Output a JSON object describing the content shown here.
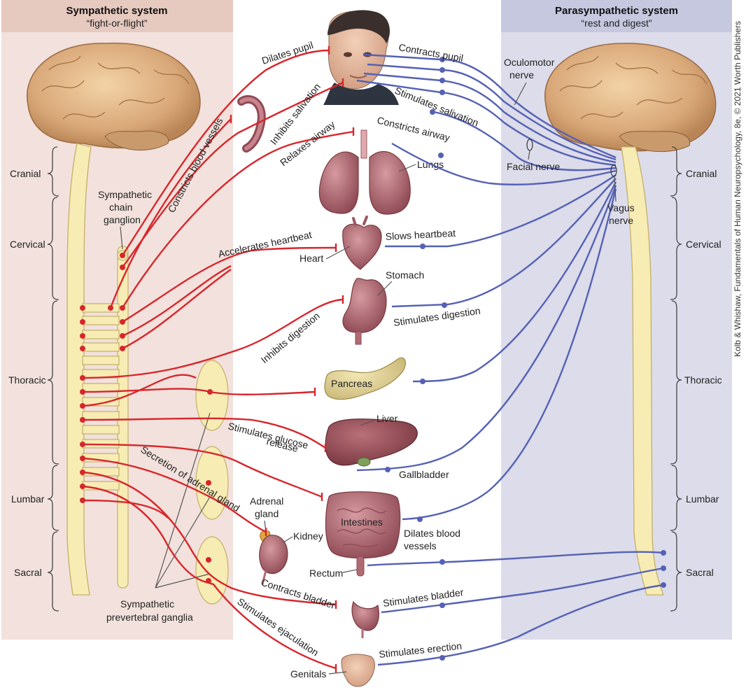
{
  "sympathetic": {
    "title": "Sympathetic system",
    "subtitle": "“fight-or-flight”",
    "chain_label_1": "Sympathetic",
    "chain_label_2": "chain",
    "chain_label_3": "ganglion",
    "prevertebral_1": "Sympathetic",
    "prevertebral_2": "prevertebral ganglia",
    "effects": {
      "dilates_pupil": "Dilates pupil",
      "inhibits_salivation": "Inhibits salivation",
      "constricts_blood_vessels": "Constricts blood vessels",
      "relaxes_airway": "Relaxes airway",
      "accelerates_heartbeat": "Accelerates heartbeat",
      "inhibits_digestion": "Inhibits digestion",
      "stimulates_glucose_1": "Stimulates glucose",
      "stimulates_glucose_2": "release",
      "secretion_adrenal": "Secretion of adrenal gland",
      "contracts_bladder": "Contracts bladder",
      "stimulates_ejaculation": "Stimulates ejaculation"
    }
  },
  "parasympathetic": {
    "title": "Parasympathetic system",
    "subtitle": "“rest and digest”",
    "oculomotor_1": "Oculomotor",
    "oculomotor_2": "nerve",
    "facial": "Facial nerve",
    "vagus_1": "Vagus",
    "vagus_2": "nerve",
    "effects": {
      "contracts_pupil": "Contracts pupil",
      "stimulates_salivation": "Stimulates salivation",
      "constricts_airway": "Constricts airway",
      "slows_heartbeat": "Slows heartbeat",
      "stimulates_digestion": "Stimulates digestion",
      "dilates_vessels_1": "Dilates blood",
      "dilates_vessels_2": "vessels",
      "stimulates_bladder": "Stimulates bladder",
      "stimulates_erection": "Stimulates erection"
    }
  },
  "regions": {
    "cranial": "Cranial",
    "cervical": "Cervical",
    "thoracic": "Thoracic",
    "lumbar": "Lumbar",
    "sacral": "Sacral"
  },
  "organs": {
    "lungs": "Lungs",
    "heart": "Heart",
    "stomach": "Stomach",
    "pancreas": "Pancreas",
    "liver": "Liver",
    "gallbladder": "Gallbladder",
    "adrenal_1": "Adrenal",
    "adrenal_2": "gland",
    "kidney": "Kidney",
    "intestines": "Intestines",
    "rectum": "Rectum",
    "genitals": "Genitals"
  },
  "credit": "Kolb & Whishaw, Fundamentals of Human Neuropsychology, 8e, © 2021 Worth Publishers",
  "colors": {
    "sympathetic": "#d8262c",
    "parasympathetic": "#5561b5",
    "sym_panel": "#f2e1dc",
    "par_panel": "#dcdcea",
    "spinal_cord": "#f7ecb4"
  }
}
